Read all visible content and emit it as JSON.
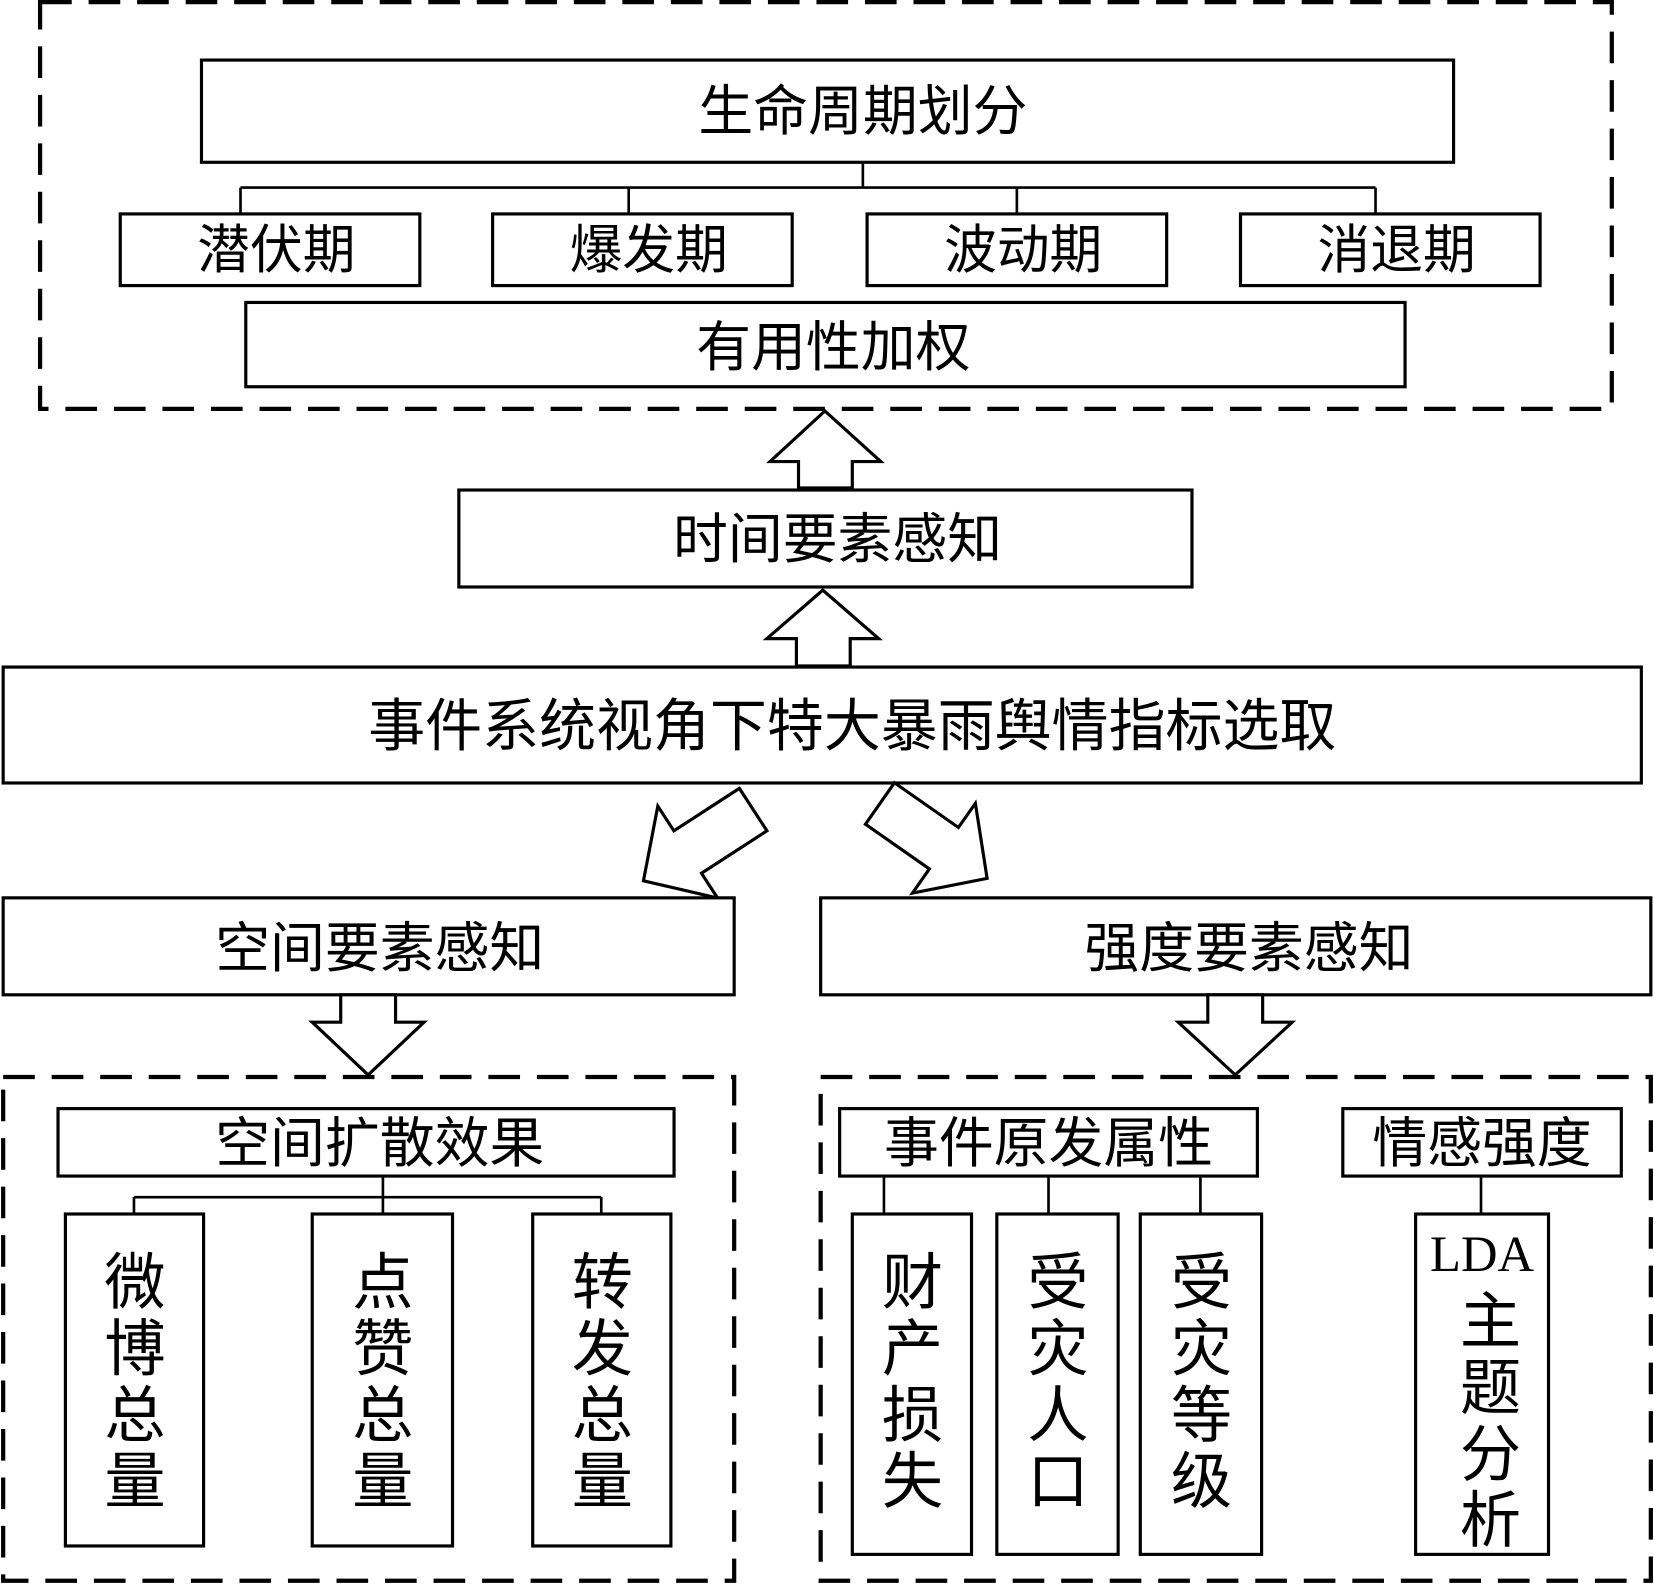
{
  "lifecycle": {
    "title": "生命周期划分",
    "phases": [
      "潜伏期",
      "爆发期",
      "波动期",
      "消退期"
    ],
    "weighting": "有用性加权"
  },
  "time_perception": "时间要素感知",
  "indicator_selection": "事件系统视角下特大暴雨舆情指标选取",
  "space_perception": "空间要素感知",
  "intensity_perception": "强度要素感知",
  "space_group": {
    "title": "空间扩散效果",
    "items": [
      "微博总量",
      "点赞总量",
      "转发总量"
    ]
  },
  "event_group": {
    "title": "事件原发属性",
    "items": [
      "财产损失",
      "受灾人口",
      "受灾等级"
    ]
  },
  "emotion_group": {
    "title": "情感强度",
    "item_prefix": "LDA",
    "item": "主题分析"
  }
}
